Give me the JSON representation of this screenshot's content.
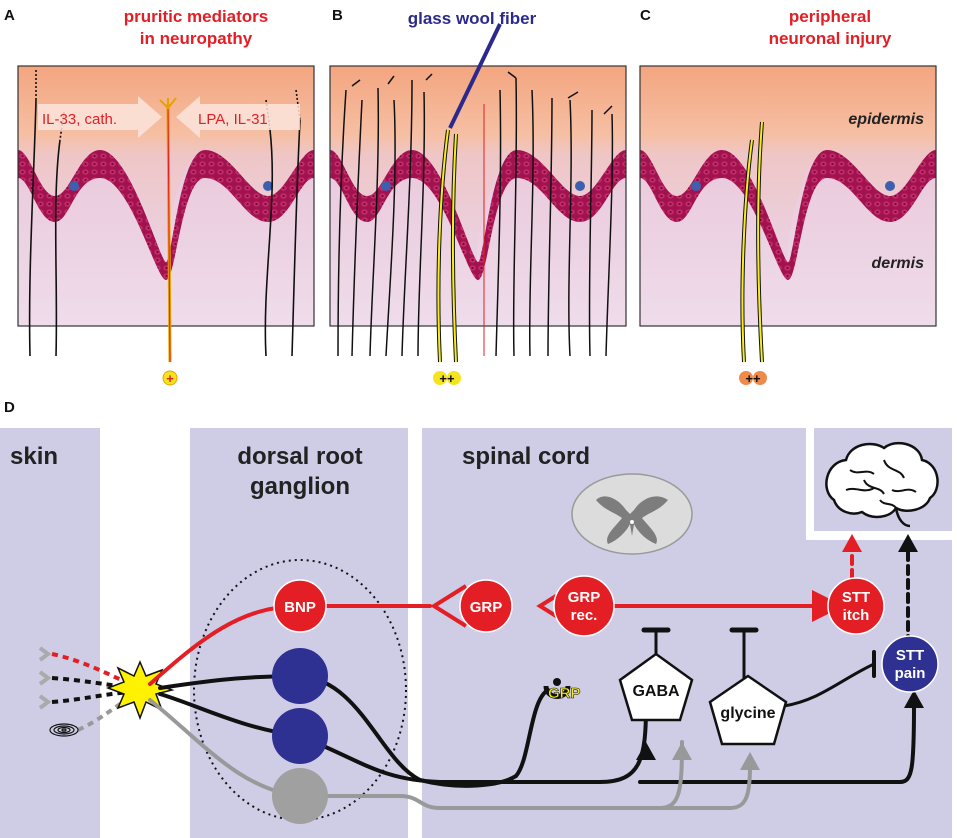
{
  "panel_a": {
    "letter": "A",
    "title_line1": "pruritic mediators",
    "title_line2": "in neuropathy",
    "arrow_left_label": "IL-33, cath.",
    "arrow_right_label": "LPA, IL-31",
    "fiber_marker": "+"
  },
  "panel_b": {
    "letter": "B",
    "title": "glass wool fiber",
    "fiber_marker": "++"
  },
  "panel_c": {
    "letter": "C",
    "title_line1": "peripheral",
    "title_line2": "neuronal injury",
    "epidermis_label": "epidermis",
    "dermis_label": "dermis",
    "fiber_marker": "++"
  },
  "panel_d": {
    "letter": "D",
    "skin_label": "skin",
    "drg_label_line1": "dorsal root",
    "drg_label_line2": "ganglion",
    "spinal_label": "spinal cord",
    "bnp": "BNP",
    "grp": "GRP",
    "grp_rec_line1": "GRP",
    "grp_rec_line2": "rec.",
    "stt_itch_line1": "STT",
    "stt_itch_line2": "itch",
    "stt_pain_line1": "STT",
    "stt_pain_line2": "pain",
    "gaba": "GABA",
    "glycine": "glycine",
    "grp_receptor_label": "GRP"
  },
  "colors": {
    "red": "#e31e24",
    "navy": "#2e3192",
    "lavender": "#cfcde6",
    "fiber_yellow": "#f5ed1d",
    "blue_title": "#2b2a8c"
  },
  "icons": [
    "brain-icon",
    "spinal-cord-section-icon",
    "injury-star-icon",
    "skin-receptor-icon"
  ]
}
